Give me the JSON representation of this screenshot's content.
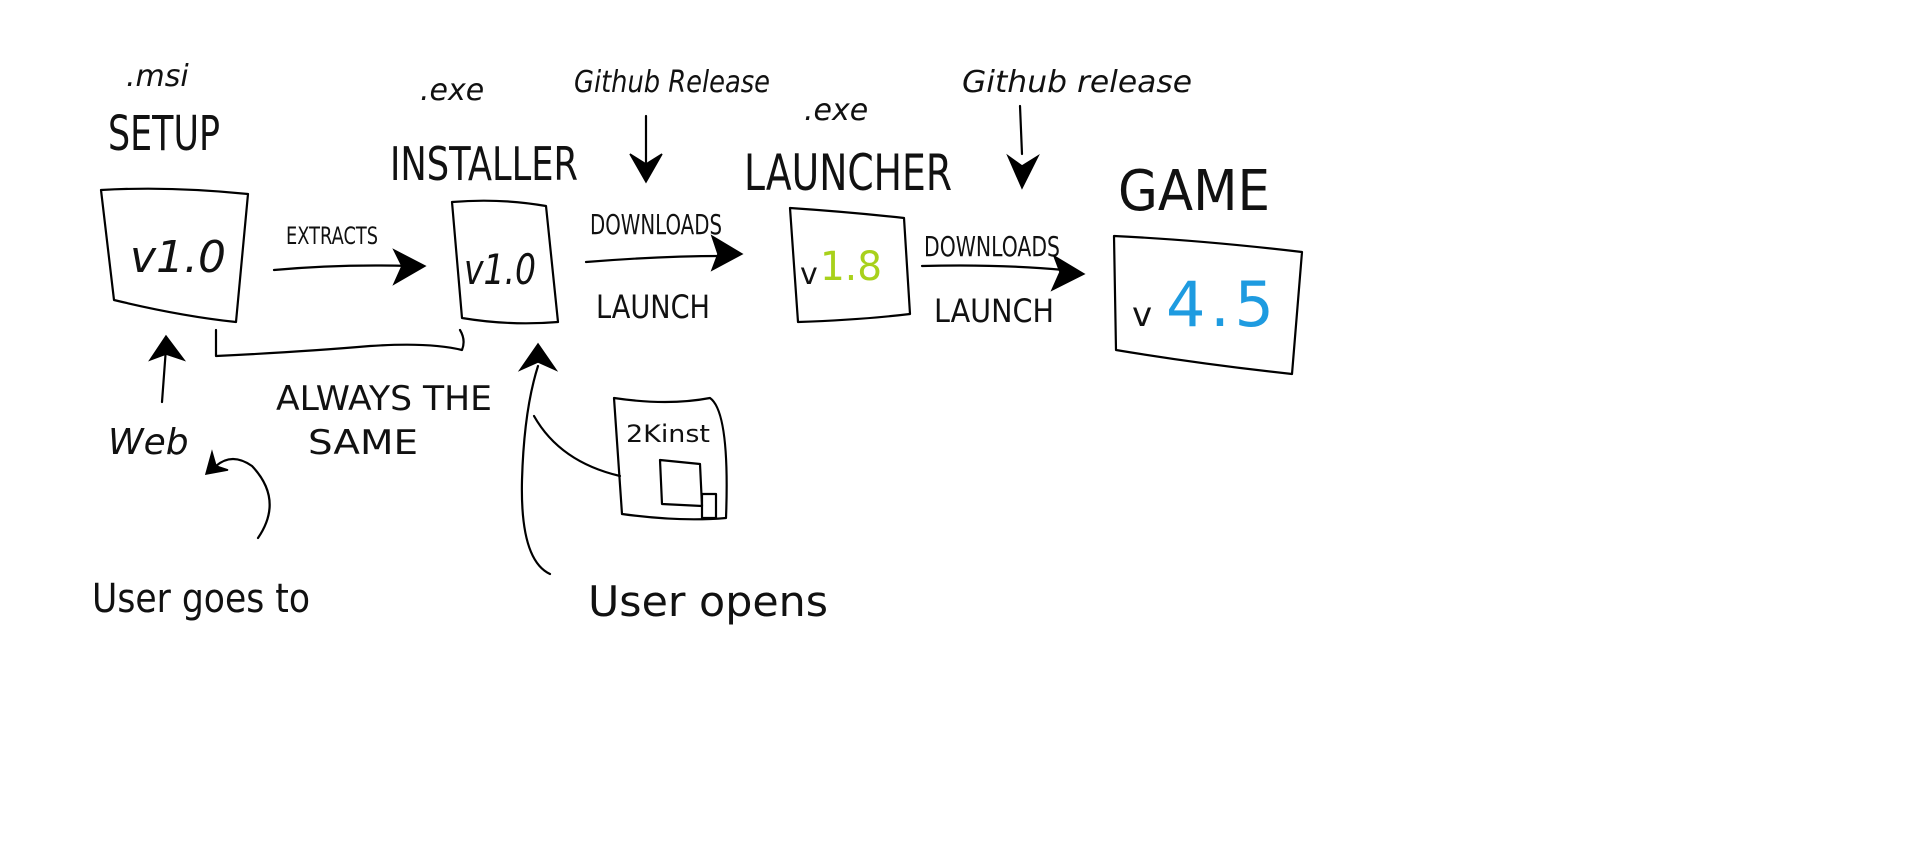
{
  "colors": {
    "ink": "#111111",
    "launcher_version": "#a8d11b",
    "game_version": "#1e9be0"
  },
  "setup": {
    "ext": ".msi",
    "title": "SETUP",
    "version": "v1.0"
  },
  "installer": {
    "ext": ".exe",
    "title": "INSTALLER",
    "version": "v1.0",
    "source": "Github Release"
  },
  "launcher": {
    "ext": ".exe",
    "title": "LAUNCHER",
    "version_prefix": "v",
    "version_number": "1.8",
    "source": "Github release"
  },
  "game": {
    "title": "GAME",
    "version_prefix": "v",
    "version_number": "4.5"
  },
  "edges": {
    "extracts": "EXTRACTS",
    "downloads_1": "DOWNLOADS",
    "launch_1": "LAUNCH",
    "downloads_2": "DOWNLOADS",
    "launch_2": "LAUNCH",
    "always_same_line1": "ALWAYS THE",
    "always_same_line2": "SAME"
  },
  "notes": {
    "web": "Web",
    "user_goes_to": "User goes to",
    "shortcut_label": "2Kinst",
    "user_opens": "User opens"
  }
}
